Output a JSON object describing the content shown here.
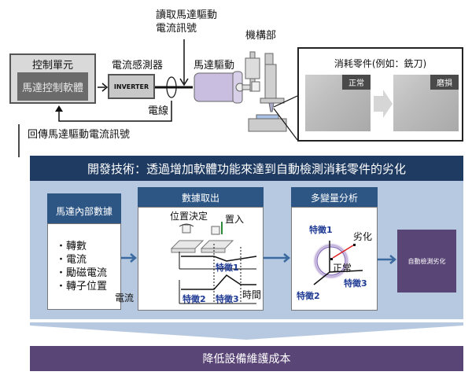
{
  "top": {
    "control_unit": {
      "title": "控制單元",
      "software": "馬達控制軟體"
    },
    "current_sensor_label": "電流感測器",
    "inverter_label": "INVERTER",
    "read_signal_label_line1": "讀取馬達驅動",
    "read_signal_label_line2": "電流訊號",
    "motor_label": "馬達驅動",
    "mechanism_label": "機構部",
    "wire_label": "電線",
    "feedback_label": "回傳馬達驅動電流訊號",
    "consumable": {
      "title": "消耗零件(例如：銑刀)",
      "normal_tag": "正常",
      "worn_tag": "磨損"
    }
  },
  "development": {
    "header": "開發技術：透過增加軟體功能來達到自動檢測消耗零件的劣化",
    "steps": [
      {
        "title": "馬達內部數據",
        "items": [
          "轉數",
          "電流",
          "勵磁電流",
          "轉子位置"
        ]
      },
      {
        "title": "數據取出",
        "positioning_label": "位置決定",
        "insert_label": "置入",
        "current_label": "電流",
        "time_label": "時間",
        "features": [
          "特徵1",
          "特徵2",
          "特徵3"
        ]
      },
      {
        "title": "多變量分析",
        "features": [
          "特徵1",
          "特徵2",
          "特徵3"
        ],
        "normal_label": "正常",
        "degradation_label": "劣化"
      }
    ],
    "result": "自動檢測劣化"
  },
  "bottom": {
    "label": "降低設備維護成本"
  },
  "colors": {
    "dark_navy": "#1f3b62",
    "step_header_blue": "#2d5685",
    "band_blue": "#b7c9e0",
    "purple": "#5a4577",
    "feature_blue": "#1f3a93"
  }
}
